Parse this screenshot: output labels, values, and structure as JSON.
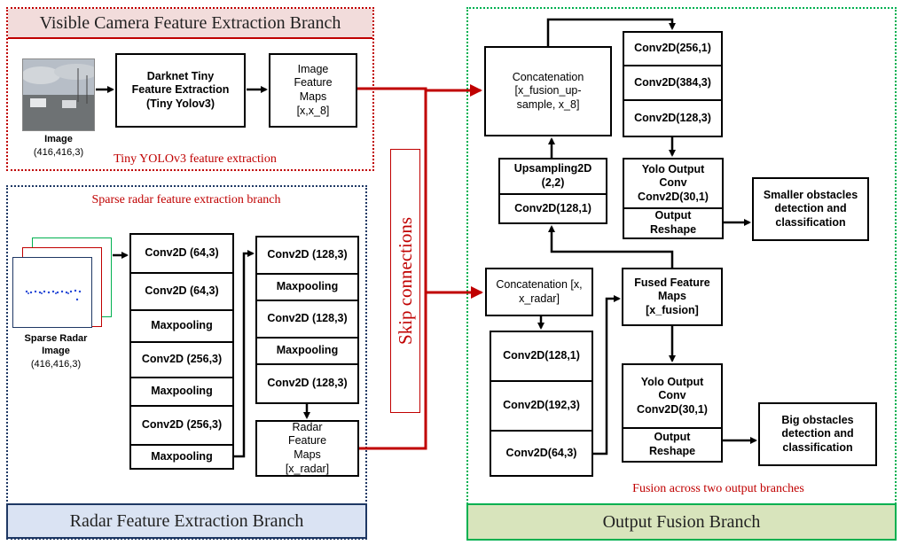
{
  "colors": {
    "visible_border": "#c00000",
    "visible_title_bg": "#f2dcdb",
    "radar_border": "#1f3864",
    "radar_title_bg": "#dae3f3",
    "fusion_border": "#00b050",
    "fusion_title_bg": "#d8e4bc",
    "red_arrow": "#c00000"
  },
  "branches": {
    "visible_title": "Visible Camera Feature Extraction Branch",
    "visible_caption": "Tiny YOLOv3 feature extraction",
    "radar_caption": "Sparse radar feature extraction branch",
    "radar_title": "Radar Feature Extraction Branch",
    "fusion_caption": "Fusion across two output branches",
    "fusion_title": "Output Fusion Branch",
    "skip": "Skip connections"
  },
  "visible": {
    "image_label": "Image",
    "image_size": "(416,416,3)",
    "darknet_box": "Darknet Tiny Feature Extraction (Tiny Yolov3)",
    "feature_maps": "Image Feature Maps [x,x_8]"
  },
  "radar": {
    "image_label": "Sparse Radar Image",
    "image_size": "(416,416,3)",
    "col1": [
      "Conv2D (64,3)",
      "Conv2D (64,3)",
      "Maxpooling",
      "Conv2D (256,3)",
      "Maxpooling",
      "Conv2D (256,3)",
      "Maxpooling"
    ],
    "col2": [
      "Conv2D (128,3)",
      "Maxpooling",
      "Conv2D (128,3)",
      "Maxpooling",
      "Conv2D (128,3)"
    ],
    "feature_maps": "Radar Feature Maps [x_radar]"
  },
  "fusion": {
    "concat_top": "Concatenation [x_fusion_up-sample, x_8]",
    "top_stack": [
      "Conv2D(256,1)",
      "Conv2D(384,3)",
      "Conv2D(128,3)"
    ],
    "upsampling": "Upsampling2D (2,2)",
    "conv_128_1_upper": "Conv2D(128,1)",
    "yolo_top": "Yolo Output Conv Conv2D(30,1)",
    "reshape_top": "Output Reshape",
    "small_obstacles": "Smaller obstacles detection and classification",
    "concat_bottom": "Concatenation [x, x_radar]",
    "bottom_stack": [
      "Conv2D(128,1)",
      "Conv2D(192,3)",
      "Conv2D(64,3)"
    ],
    "fused": "Fused Feature Maps [x_fusion]",
    "yolo_bottom": "Yolo Output Conv Conv2D(30,1)",
    "reshape_bottom": "Output Reshape",
    "big_obstacles": "Big obstacles detection and classification"
  }
}
